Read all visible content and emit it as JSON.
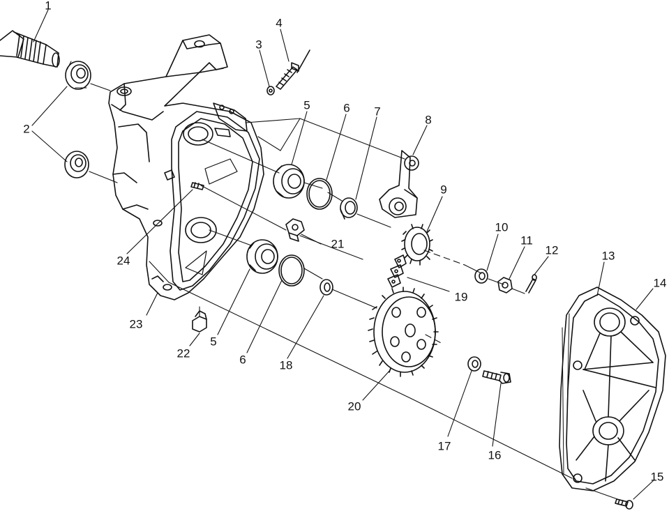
{
  "colors": {
    "ink": "#111111",
    "paper": "#ffffff",
    "shade": "#d9d9d9"
  },
  "parts": [
    {
      "id": "p1",
      "number": "1",
      "part": "splined-input-shaft"
    },
    {
      "id": "p2",
      "number": "2",
      "part": "oil-seal"
    },
    {
      "id": "p3",
      "number": "3",
      "part": "jam-nut"
    },
    {
      "id": "p4",
      "number": "4",
      "part": "adjusting-bolt"
    },
    {
      "id": "p5a",
      "number": "5",
      "part": "upper-bearing"
    },
    {
      "id": "p5b",
      "number": "5",
      "part": "lower-bearing"
    },
    {
      "id": "p6a",
      "number": "6",
      "part": "upper-snap-ring"
    },
    {
      "id": "p6b",
      "number": "6",
      "part": "lower-snap-ring"
    },
    {
      "id": "p7",
      "number": "7",
      "part": "spacer"
    },
    {
      "id": "p8",
      "number": "8",
      "part": "tensioner-arm"
    },
    {
      "id": "p9",
      "number": "9",
      "part": "drive-sprocket"
    },
    {
      "id": "p10",
      "number": "10",
      "part": "washer"
    },
    {
      "id": "p11",
      "number": "11",
      "part": "castle-nut"
    },
    {
      "id": "p12",
      "number": "12",
      "part": "cotter-pin"
    },
    {
      "id": "p13",
      "number": "13",
      "part": "cover-gasket"
    },
    {
      "id": "p14",
      "number": "14",
      "part": "chaincase-cover"
    },
    {
      "id": "p15",
      "number": "15",
      "part": "cover-screw"
    },
    {
      "id": "p16",
      "number": "16",
      "part": "sprocket-bolt"
    },
    {
      "id": "p17",
      "number": "17",
      "part": "bolt-washer"
    },
    {
      "id": "p18",
      "number": "18",
      "part": "shim"
    },
    {
      "id": "p19",
      "number": "19",
      "part": "drive-chain"
    },
    {
      "id": "p20",
      "number": "20",
      "part": "driven-sprocket"
    },
    {
      "id": "p21",
      "number": "21",
      "part": "hex-nut"
    },
    {
      "id": "p22",
      "number": "22",
      "part": "drain-plug"
    },
    {
      "id": "p23",
      "number": "23",
      "part": "chaincase"
    },
    {
      "id": "p24",
      "number": "24",
      "part": "stud"
    }
  ]
}
